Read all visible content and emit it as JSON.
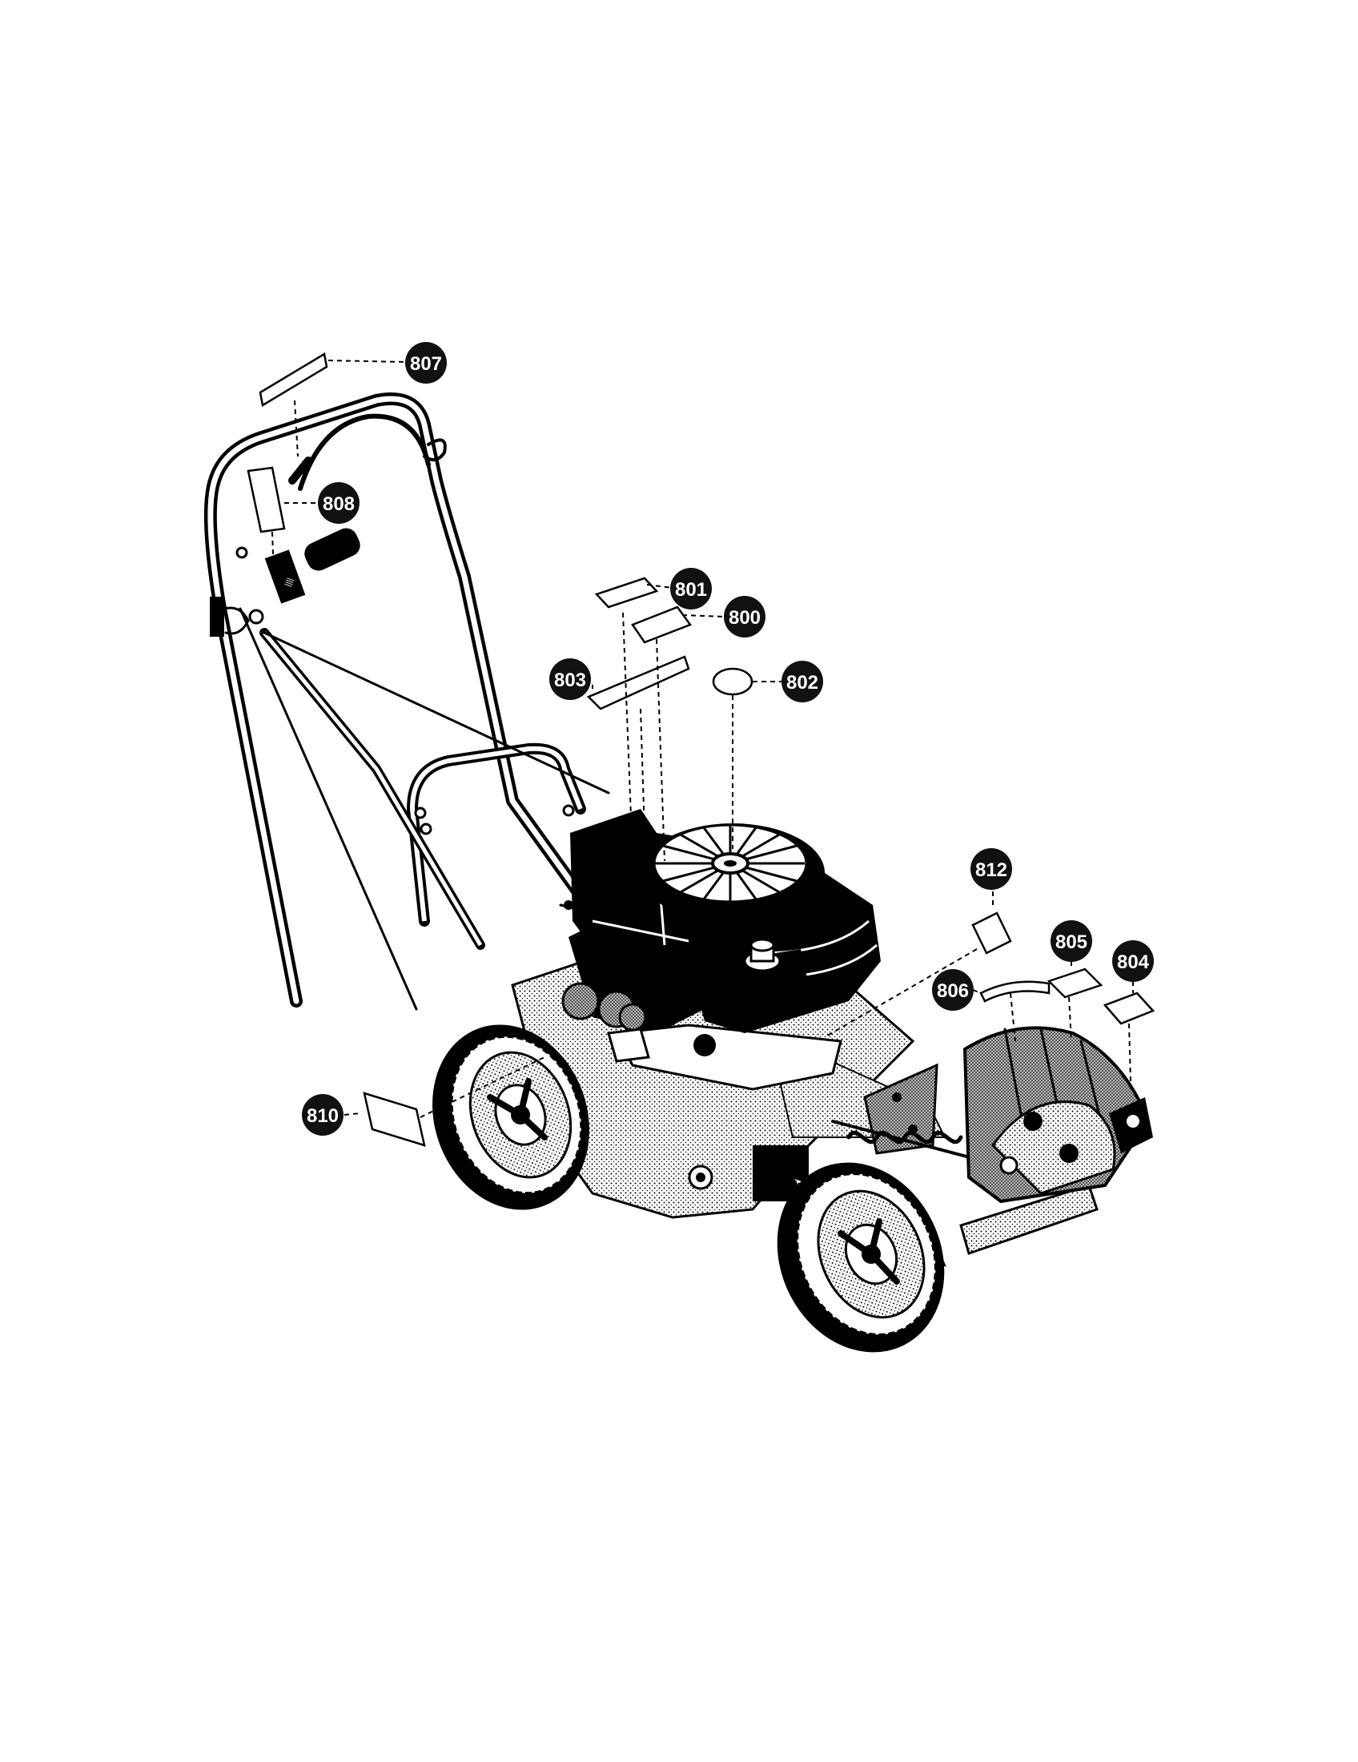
{
  "diagram": {
    "type": "exploded-parts-diagram",
    "subject": "lawn-edger",
    "callout_color": "#111111",
    "callout_text_color": "#ffffff",
    "callouts": [
      {
        "id": "807",
        "label": "807"
      },
      {
        "id": "808",
        "label": "808"
      },
      {
        "id": "801",
        "label": "801"
      },
      {
        "id": "800",
        "label": "800"
      },
      {
        "id": "803",
        "label": "803"
      },
      {
        "id": "802",
        "label": "802"
      },
      {
        "id": "812",
        "label": "812"
      },
      {
        "id": "805",
        "label": "805"
      },
      {
        "id": "804",
        "label": "804"
      },
      {
        "id": "806",
        "label": "806"
      },
      {
        "id": "810",
        "label": "810"
      }
    ]
  }
}
